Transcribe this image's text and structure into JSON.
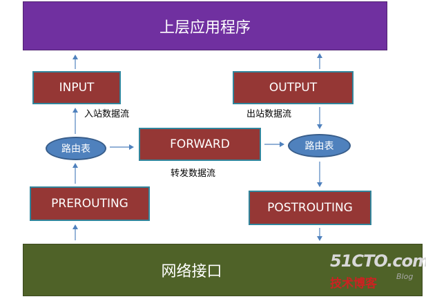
{
  "top_box": {
    "label": "上层应用程序"
  },
  "bottom_box": {
    "label": "网络接口"
  },
  "chains": {
    "input": "INPUT",
    "output": "OUTPUT",
    "forward": "FORWARD",
    "prerouting": "PREROUTING",
    "postrouting": "POSTROUTING"
  },
  "routing": {
    "left": "路由表",
    "right": "路由表"
  },
  "flow_labels": {
    "inbound": "入站数据流",
    "outbound": "出站数据流",
    "forward": "转发数据流"
  },
  "watermark": {
    "site": "51CTO.com",
    "sub": "技术博客",
    "tag": "Blog"
  },
  "colors": {
    "top_box": "#7030a0",
    "bottom_box": "#4f6228",
    "chain_box": "#953735",
    "chain_border": "#31859c",
    "routing": "#4f81bd",
    "arrow": "#4f81bd"
  }
}
